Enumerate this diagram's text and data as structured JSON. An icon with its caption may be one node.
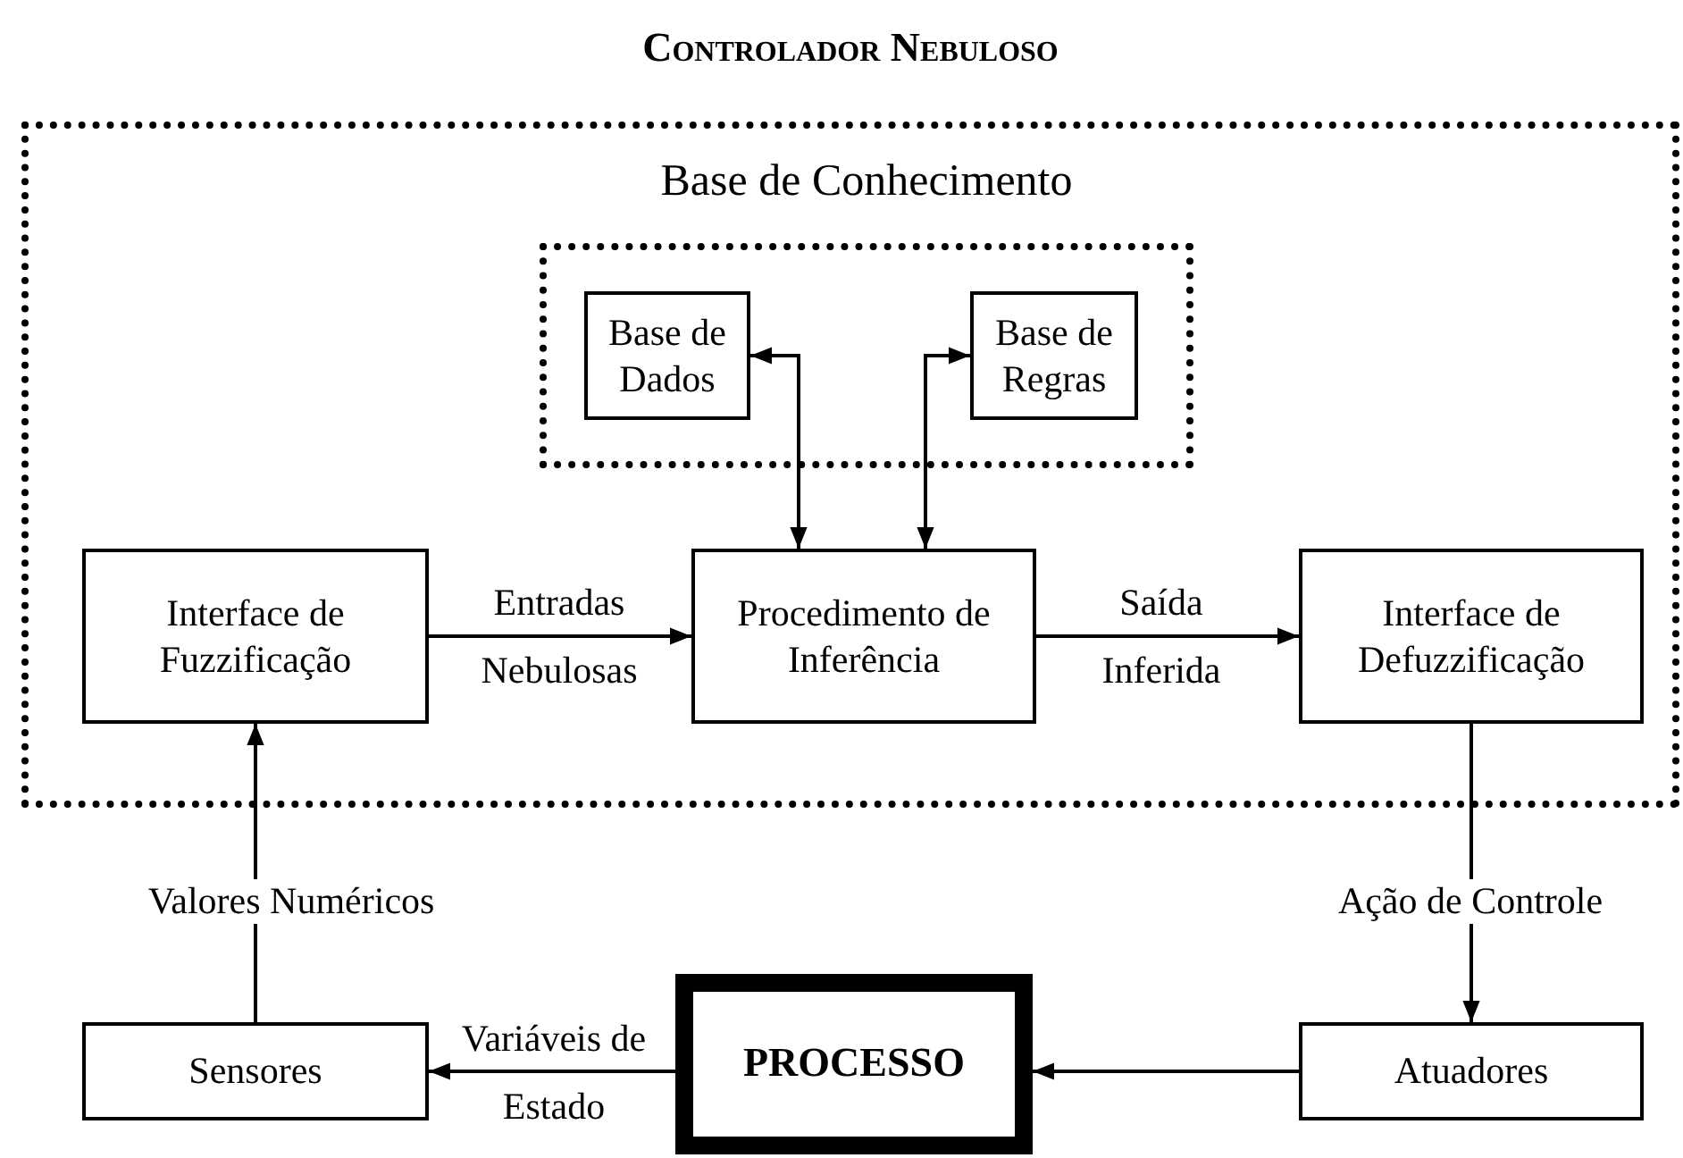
{
  "diagram": {
    "nodes": [
      {
        "text": [
          "Controlador Nebuloso"
        ]
      },
      {
        "text": [
          "Base de Conhecimento"
        ],
        "in": 0
      },
      {
        "text": [
          "Base de Dados"
        ],
        "in": 1
      },
      {
        "text": [
          "Base de Regras"
        ],
        "in": 1
      },
      {
        "text": [
          "Interface de Fuzzificação"
        ],
        "in": 0
      },
      {
        "text": [
          "Procedimento de Inferência"
        ],
        "in": 0
      },
      {
        "text": [
          "Interface de Defuzzificação"
        ],
        "in": 0
      },
      {
        "text": [
          "Sensores"
        ]
      },
      {
        "text": [
          "PROCESSO"
        ]
      },
      {
        "text": [
          "Atuadores"
        ]
      }
    ],
    "edges": [
      {
        "from": 2,
        "to": 5,
        "arrow": "both"
      },
      {
        "from": 3,
        "to": 5,
        "arrow": "both"
      },
      {
        "from": 4,
        "to": 5,
        "arrow": "to",
        "label": "Entradas Nebulosas"
      },
      {
        "from": 5,
        "to": 6,
        "arrow": "to",
        "label": "Saída Inferida"
      },
      {
        "from": 6,
        "to": 9,
        "arrow": "to",
        "label": "Ação de Controle"
      },
      {
        "from": 9,
        "to": 8,
        "arrow": "to"
      },
      {
        "from": 8,
        "to": 7,
        "arrow": "to",
        "label": "Variáveis de Estado"
      },
      {
        "from": 7,
        "to": 4,
        "arrow": "to",
        "label": "Valores Numéricos"
      }
    ]
  }
}
